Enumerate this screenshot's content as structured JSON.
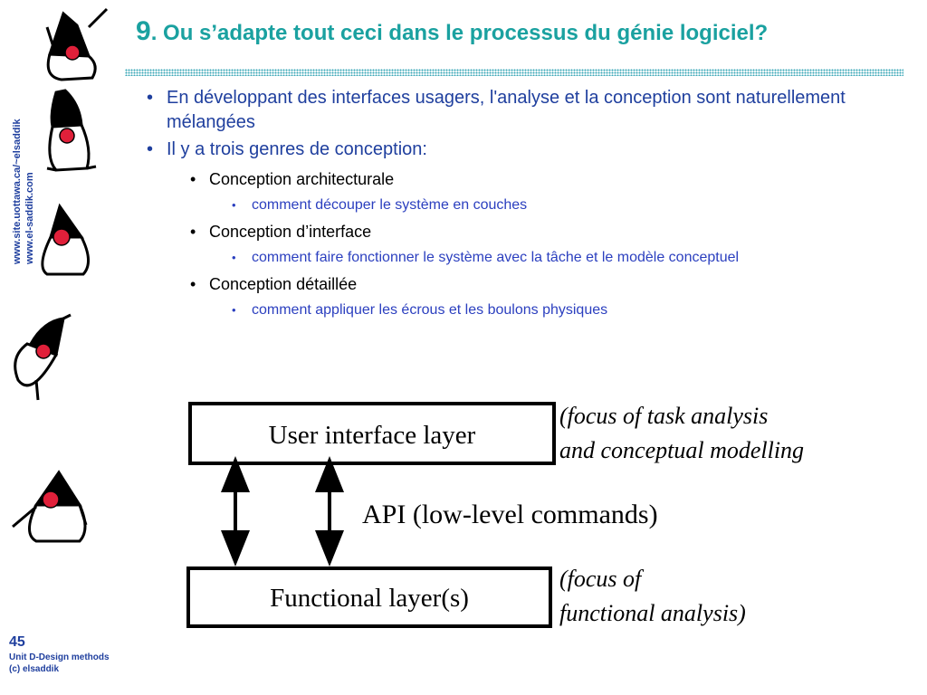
{
  "sidebar": {
    "url1": "www.site.uottawa.ca/~elsaddik",
    "url2": "www.el-saddik.com"
  },
  "title": {
    "number": "9",
    "text": ". Ou s’adapte tout ceci dans le processus du génie logiciel?"
  },
  "content": {
    "level1": [
      "En développant des interfaces usagers, l'analyse et la conception sont naturellement mélangées",
      "Il y a trois genres de conception:"
    ],
    "design_types": [
      {
        "name": "Conception architecturale",
        "detail": "comment découper le système en couches"
      },
      {
        "name": "Conception d’interface",
        "detail": "comment faire fonctionner le système avec la tâche et le modèle conceptuel"
      },
      {
        "name": "Conception détaillée",
        "detail": "comment appliquer les écrous et les boulons physiques"
      }
    ]
  },
  "diagram": {
    "top_box": "User interface layer",
    "top_note_1": "(focus of task analysis",
    "top_note_2": "and conceptual modelling",
    "api_label": "API (low-level commands)",
    "bottom_box": "Functional layer(s)",
    "bottom_note_1": "(focus of",
    "bottom_note_2": "functional analysis)"
  },
  "footer": {
    "page": "45",
    "unit": "Unit D-Design methods",
    "copyright": "(c) elsaddik"
  },
  "colors": {
    "title": "#1aa1a0",
    "level1_text": "#1f3f9e",
    "level3_text": "#2b3fbf",
    "mascot_nose": "#e0203a"
  }
}
